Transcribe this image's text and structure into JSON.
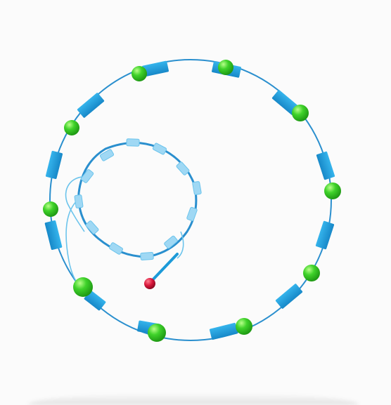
{
  "colors": {
    "background": "#fbfbfb",
    "ring_line": "#2a8fce",
    "quadrupole_magnet": "#1c9ad8",
    "focusing_sphere": "#3fd22a",
    "injector_line": "#6cc4ec",
    "injector_magnet": "#9fd8f4",
    "source": "#d8163a"
  },
  "elements": {
    "storage_ring": "circle",
    "ring_magnets": "rectangle",
    "ring_nodes": "green-sphere",
    "booster_ring": "rounded-square",
    "booster_magnets": "light-rectangle",
    "source": "red-sphere"
  }
}
